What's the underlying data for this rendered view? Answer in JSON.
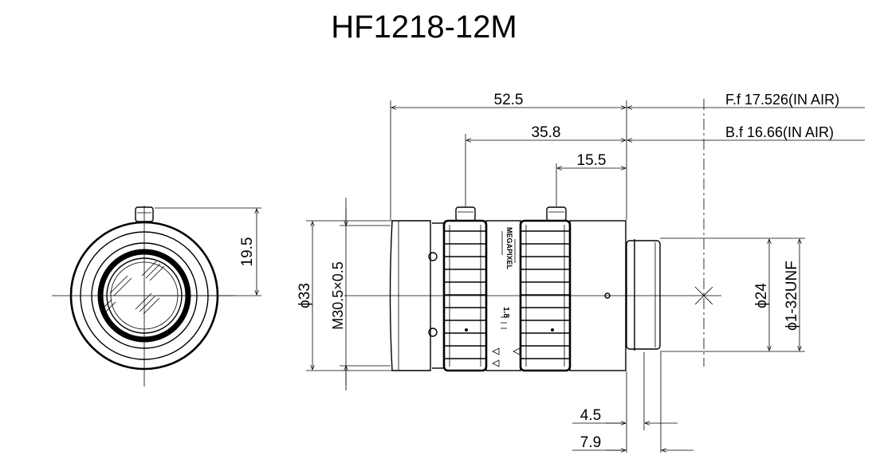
{
  "title": "HF1218-12M",
  "dimensions": {
    "overall_length": "52.5",
    "ring1_to_mount": "35.8",
    "ring2_to_mount": "15.5",
    "flange_focal": "F.f 17.526(IN AIR)",
    "back_focal": "B.f 16.66(IN AIR)",
    "screw_height": "19.5",
    "body_diameter": "ϕ33",
    "filter_thread": "M30.5×0.5",
    "rear_diameter": "ϕ24",
    "mount_thread": "ϕ1-32UNF",
    "flange_depth": "4.5",
    "thread_length": "7.9"
  },
  "lens_markings": {
    "brand": "MEGAPIXEL",
    "aperture_value": "1.8"
  },
  "colors": {
    "line": "#000000",
    "background": "#ffffff"
  }
}
